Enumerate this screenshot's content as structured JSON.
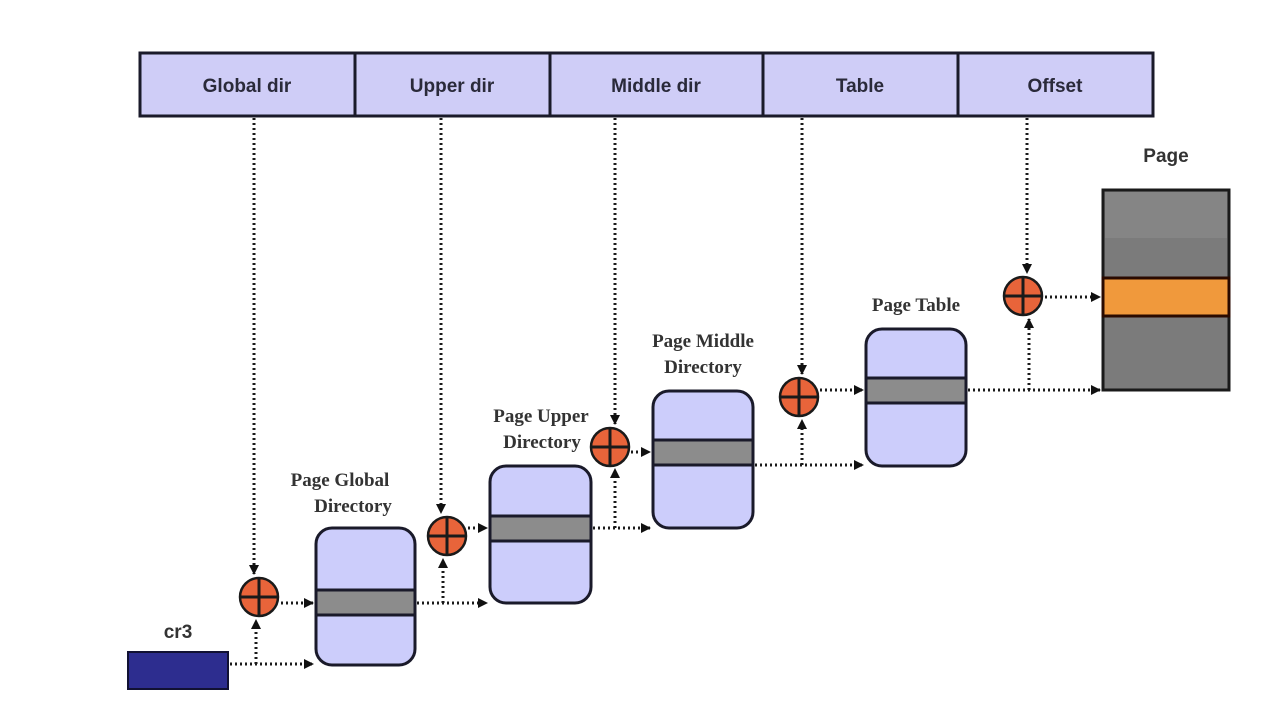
{
  "diagram": {
    "title": "Linear address translation (4-level paging)",
    "address_fields": [
      {
        "label": "Global dir"
      },
      {
        "label": "Upper dir"
      },
      {
        "label": "Middle dir"
      },
      {
        "label": "Table"
      },
      {
        "label": "Offset"
      }
    ],
    "register": {
      "label": "cr3"
    },
    "tables": [
      {
        "line1": "Page Global",
        "line2": "Directory"
      },
      {
        "line1": "Page Upper",
        "line2": "Directory"
      },
      {
        "line1": "Page Middle",
        "line2": "Directory"
      },
      {
        "line1": "Page Table",
        "line2": ""
      }
    ],
    "page": {
      "label": "Page"
    },
    "adder_icon": "circled-plus-icon",
    "colors": {
      "field_fill": "#cfcdf7",
      "table_fill": "#cccdfb",
      "entry_band": "#8c8c8c",
      "adder_fill": "#e8643a",
      "register_fill": "#2d2d8f",
      "page_fill": "#7b7b7b",
      "page_entry": "#f0993c"
    }
  }
}
